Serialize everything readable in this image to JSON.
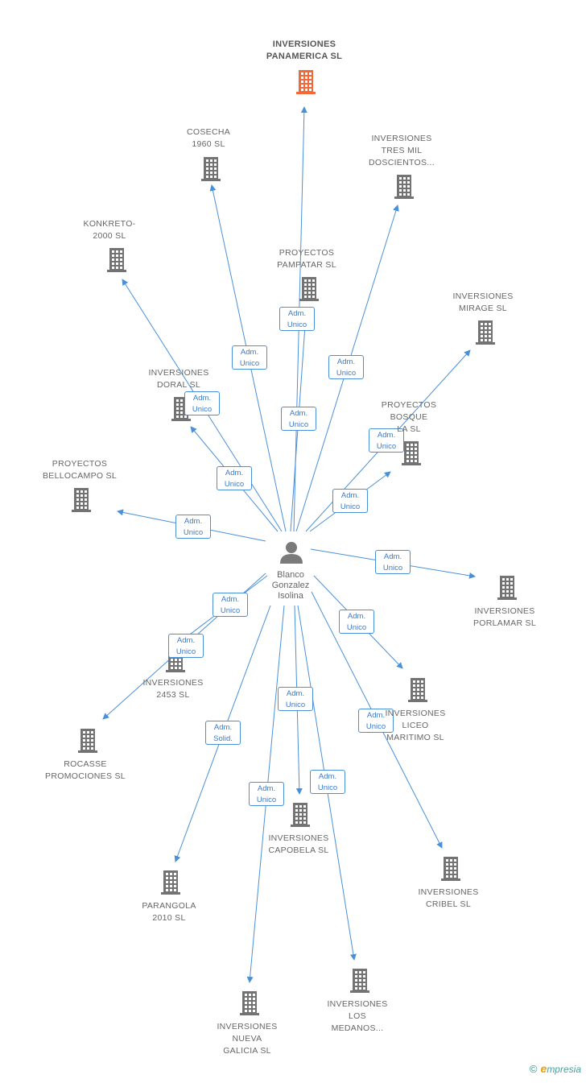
{
  "colors": {
    "edge": "#4a90d9",
    "building": "#737373",
    "building_main": "#f26a3a",
    "person": "#7a7a7a",
    "badge_text": "#3a7bc8"
  },
  "person": {
    "name_line1": "Blanco",
    "name_line2": "Gonzalez",
    "name_line3": "Isolina",
    "icon": "person-icon"
  },
  "companies": [
    {
      "id": "inversiones-panamerica",
      "lines": [
        "INVERSIONES",
        "PANAMERICA SL"
      ],
      "main": true
    },
    {
      "id": "cosecha-1960",
      "lines": [
        "COSECHA",
        "1960 SL"
      ]
    },
    {
      "id": "inversiones-tres-mil",
      "lines": [
        "INVERSIONES",
        "TRES MIL",
        "DOSCIENTOS..."
      ]
    },
    {
      "id": "konkreto-2000",
      "lines": [
        "KONKRETO-",
        "2000 SL"
      ]
    },
    {
      "id": "proyectos-pampatar",
      "lines": [
        "PROYECTOS",
        "PAMPATAR SL"
      ]
    },
    {
      "id": "inversiones-mirage",
      "lines": [
        "INVERSIONES",
        "MIRAGE SL"
      ]
    },
    {
      "id": "inversiones-doral",
      "lines": [
        "INVERSIONES",
        "DORAL SL"
      ]
    },
    {
      "id": "proyectos-bosque",
      "lines": [
        "PROYECTOS",
        "BOSQUE",
        "LA SL"
      ]
    },
    {
      "id": "proyectos-bellocampo",
      "lines": [
        "PROYECTOS",
        "BELLOCAMPO SL"
      ]
    },
    {
      "id": "inversiones-porlamar",
      "lines": [
        "INVERSIONES",
        "PORLAMAR SL"
      ]
    },
    {
      "id": "inversiones-2453",
      "lines": [
        "INVERSIONES",
        "2453 SL"
      ]
    },
    {
      "id": "inversiones-liceo",
      "lines": [
        "INVERSIONES",
        "LICEO",
        "MARITIMO SL"
      ]
    },
    {
      "id": "rocasse-promociones",
      "lines": [
        "ROCASSE",
        "PROMOCIONES SL"
      ]
    },
    {
      "id": "inversiones-capobela",
      "lines": [
        "INVERSIONES",
        "CAPOBELA SL"
      ]
    },
    {
      "id": "inversiones-cribel",
      "lines": [
        "INVERSIONES",
        "CRIBEL SL"
      ]
    },
    {
      "id": "parangola-2010",
      "lines": [
        "PARANGOLA",
        "2010 SL"
      ]
    },
    {
      "id": "inversiones-los-medanos",
      "lines": [
        "INVERSIONES",
        "LOS",
        "MEDANOS..."
      ]
    },
    {
      "id": "inversiones-nueva-galicia",
      "lines": [
        "INVERSIONES",
        "NUEVA",
        "GALICIA SL"
      ]
    }
  ],
  "edges": [
    {
      "to": "inversiones-panamerica",
      "line1": "Adm.",
      "line2": "Unico"
    },
    {
      "to": "cosecha-1960",
      "line1": "Adm.",
      "line2": "Unico"
    },
    {
      "to": "inversiones-tres-mil",
      "line1": "Adm.",
      "line2": "Unico"
    },
    {
      "to": "konkreto-2000",
      "line1": "Adm.",
      "line2": "Unico"
    },
    {
      "to": "proyectos-pampatar",
      "line1": "Adm.",
      "line2": "Unico"
    },
    {
      "to": "inversiones-mirage",
      "line1": "Adm.",
      "line2": "Unico"
    },
    {
      "to": "inversiones-doral",
      "line1": "Adm.",
      "line2": "Unico"
    },
    {
      "to": "proyectos-bosque",
      "line1": "Adm.",
      "line2": "Unico"
    },
    {
      "to": "proyectos-bellocampo",
      "line1": "Adm.",
      "line2": "Unico"
    },
    {
      "to": "inversiones-porlamar",
      "line1": "Adm.",
      "line2": "Unico"
    },
    {
      "to": "inversiones-2453",
      "line1": "Adm.",
      "line2": "Unico"
    },
    {
      "to": "inversiones-liceo",
      "line1": "Adm.",
      "line2": "Unico"
    },
    {
      "to": "rocasse-promociones",
      "line1": "Adm.",
      "line2": "Unico"
    },
    {
      "to": "inversiones-capobela",
      "line1": "Adm.",
      "line2": "Unico"
    },
    {
      "to": "inversiones-cribel",
      "line1": "Adm.",
      "line2": "Unico"
    },
    {
      "to": "parangola-2010",
      "line1": "Adm.",
      "line2": "Solid."
    },
    {
      "to": "inversiones-los-medanos",
      "line1": "Adm.",
      "line2": "Unico"
    },
    {
      "to": "inversiones-nueva-galicia",
      "line1": "Adm.",
      "line2": "Unico"
    }
  ],
  "watermark": {
    "copyright": "©",
    "brand_initial": "e",
    "brand_rest": "mpresia"
  }
}
